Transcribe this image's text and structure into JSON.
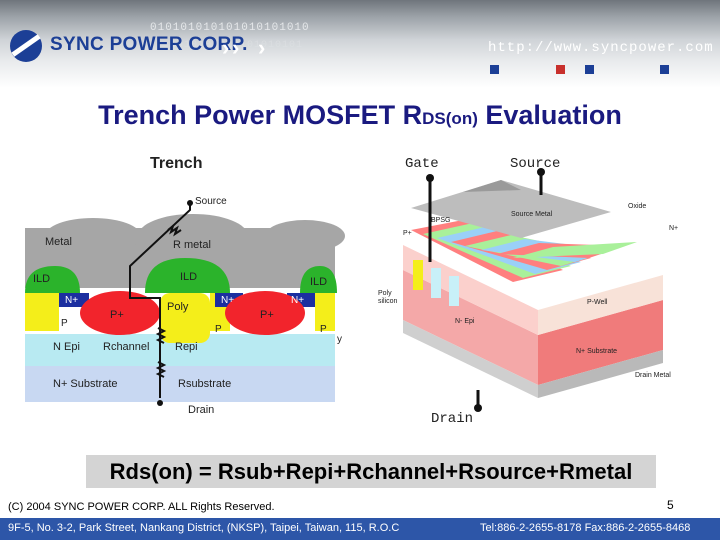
{
  "header": {
    "company": "SYNC POWER CORP.",
    "url": "http://www.syncpower.com",
    "binary_line_1": "010101010101010101010",
    "binary_line_2": "1010101010101010101",
    "colors": {
      "brand": "#1c3f96",
      "accent_red": "#c8302c"
    }
  },
  "title": {
    "main": "Trench Power MOSFET R",
    "sub": "DS(on)",
    "tail": " Evaluation"
  },
  "left_diagram": {
    "labels": {
      "trench": "Trench",
      "source": "Source",
      "metal": "Metal",
      "r_metal": "R metal",
      "ild1": "ILD",
      "ild2": "ILD",
      "ild3": "ILD",
      "n_plus_1": "N+",
      "n_plus_2": "N+",
      "n_plus_3": "N+",
      "p_plus_1": "P+",
      "p_plus_2": "P+",
      "poly": "Poly",
      "p1": "P",
      "p2": "P",
      "p3": "P",
      "n_epi": "N Epi",
      "rchannel": "Rchannel",
      "repi": "Repi",
      "n_plus_substrate": "N+ Substrate",
      "rsubstrate": "Rsubstrate",
      "drain": "Drain",
      "y": "y"
    }
  },
  "right_diagram": {
    "labels": {
      "gate": "Gate",
      "source": "Source",
      "bpsg": "BPSG",
      "source_metal": "Source Metal",
      "oxide": "Oxide",
      "p_plus": "P+",
      "n_plus": "N+",
      "poly": "Poly",
      "silicon": "silicon",
      "p_well": "P-Well",
      "n_epi": "N- Epi",
      "n_plus_substrate": "N+ Substrate",
      "drain_metal": "Drain Metal",
      "drain": "Drain"
    }
  },
  "formula": "Rds(on) = Rsub+Repi+Rchannel+Rsource+Rmetal",
  "footer": {
    "copyright": "(C) 2004 SYNC POWER CORP. ALL Rights Reserved.",
    "page": "5",
    "address": "9F-5, No. 3-2, Park Street, Nankang District, (NKSP), Taipei,  Taiwan, 115, R.O.C",
    "contact": "Tel:886-2-2655-8178  Fax:886-2-2655-8468"
  }
}
